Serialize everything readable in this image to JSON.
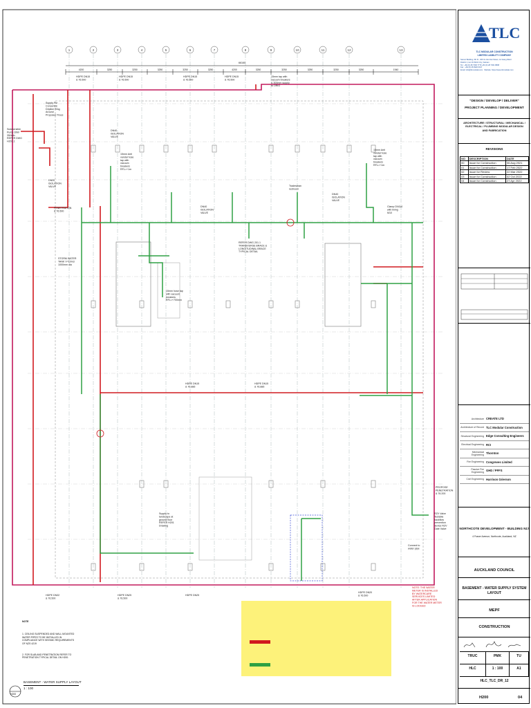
{
  "company": {
    "logo_text": "TLC",
    "name_line1": "TLC MODULAR CONSTRUCTION",
    "name_line2": "LIMITED LIABILITY COMPANY",
    "address_line1": "Samco Building, 6th Fl., 326 Vo Van Kiet Street, Co Giang Ward",
    "address_line2": "District 1, Ho Chi Minh City, Vietnam",
    "tel": "Tel : +84 (0) 28 7300 7779   +84 (0) 28 7301 8808",
    "fax": "Fax : +84 (0) 28 3920 0017",
    "email": "Email: info@tlcmodular.com",
    "website": "Website: https://www.tlcmodular.com",
    "tagline": "\"DESIGN / DEVELOP / DELIVER\"",
    "service1": "PROJECT PLANNING / DEVELOPMENT",
    "service2": "ARCHITECTURE / STRUCTURAL / MECHANICAL / ELECTRICAL / PLUMBING MODULAR DESIGN AND FABRICATION"
  },
  "revisions": {
    "heading": "REVISIONS",
    "columns": [
      "NO",
      "DESCRIPTION",
      "DATE"
    ],
    "rows": [
      [
        "00",
        "Issue for Construction",
        "06 Aug 2021"
      ],
      [
        "01",
        "Issue for Construction",
        "17 Feb 2022"
      ],
      [
        "02",
        "Issue for Review",
        "22 Mar 2022"
      ],
      [
        "03",
        "Issue for Construction",
        "02 Oct 2022"
      ],
      [
        "04",
        "Issue for Construction",
        "27 Apr 2022"
      ]
    ]
  },
  "consultants": [
    {
      "role": "Architecture",
      "name": "CREATE LTD"
    },
    {
      "role": "Architecture of Record",
      "name": "TLC Modular Construction"
    },
    {
      "role": "Structural Engineering",
      "name": "Edge Consulting Engineers"
    },
    {
      "role": "Electrical Engineering",
      "name": "RCI"
    },
    {
      "role": "Mechanical Engineering",
      "name": "Thornton"
    },
    {
      "role": "Fire Engineering",
      "name": "Congreves Limited"
    },
    {
      "role": "Passive Fire Engineering",
      "name": "GHD / PFFS"
    },
    {
      "role": "Civil Engineering",
      "name": "Harrison Grierson"
    }
  ],
  "project": {
    "title": "NORTHCOTE DEVELOPMENT - BUILDING N17",
    "address": "4 Fraser Avenue, Northcote, Auckland, NZ",
    "council": "AUCKLAND COUNCIL",
    "drawing_title": "BASEMENT - WATER SUPPLY SYSTEM LAYOUT",
    "discipline": "MEPF",
    "status": "CONSTRUCTION"
  },
  "signoff": {
    "row1": [
      "TRUC",
      "PMK",
      "TU"
    ],
    "row2": [
      "HLC",
      "1 : 100",
      "A1"
    ],
    "drawing_no": "HLC_TLC_DR_12",
    "sheet_code": "H200",
    "rev": "04"
  },
  "drawing": {
    "view_label": "BASEMENT - WATER SUPPLY LAYOUT",
    "view_scale": "1 : 100",
    "view_ref": "H200",
    "overall_dim": "66160",
    "dims": [
      "4200",
      "3250",
      "3250",
      "3250",
      "3250",
      "3250",
      "4200",
      "3250",
      "3250",
      "3250",
      "3250",
      "3250",
      "1940"
    ],
    "grid_cols": [
      "1",
      "2",
      "3",
      "4",
      "5",
      "6",
      "7",
      "8",
      "9",
      "10",
      "11",
      "12",
      "13"
    ],
    "labels": {
      "supply_tap": "Supply For Concentric Dripline Ring Around Proposed Trees",
      "sub_pump": "Submersible Pump 39W 35l/min REFER DWG H201.1",
      "hdpe_top1": "HDPE DN15 & 76.500",
      "hdpe_top2": "HDPE DN15 & 76.500",
      "hdpe_top3": "HDPE DN15 & 76.500",
      "hdpe_top4": "HDPE DN15 & 76.500",
      "hose_tap": "15mm tap with vacuum breakers & 300mm supply to ORIO",
      "iso1": "DN40 ISOLATION VALVE",
      "iso2": "DN20 ISOLATION VALVE",
      "iso3": "DN40 ISOLATION VALVE",
      "iso4": "DN40 ISOLATION VALVE",
      "tap_1": "15mm Anti vandal hose tap with vacuum breakers RFL=+1m",
      "tap_2": "15mm Anti vandal hose tap with vacuum breakers RFL=+1m",
      "tap_3": "15mm hose tap with vacuum breakers RFL=+700mm",
      "tradesman": "Tradesman restroom",
      "refer_brace": "REFER DWG 201.1 TRANSVERSE BRACE & LONGITUDINAL BRACE TYPICAL DETAIL",
      "penetration": "PENETRATION & 76.500",
      "storm_tank": "STORM WATER TANK V=10m3 1000mm dia",
      "clamp": "Clamp DN110 with lining M10",
      "hdpe_mid1": "HDPE DN15 & 76.885",
      "hdpe_mid2": "HDPE DN15 & 76.885",
      "propose_pen": "PROPOSE PENETRATION & 76.200",
      "rzv": "RZV Valve Testable backflow prevention device RZV Gate Valve",
      "connect_water": "Connect to water pipe",
      "supply_landscape": "Supply to landscape at ground floor REFER H201 Drawing",
      "hdpe_bot1": "HDPE DN32 & 76.500",
      "hdpe_bot2": "HDPE DN25 & 76.500",
      "hdpe_bot3": "HDPE DN25",
      "hdpe_bot4": "HDPE DN20 & 76.500",
      "water_meter_note": "NOTE: THE WATER METER IS INSTALLED BY WATERCARE SERVICES LIMITED AFTER APPLICATION FOR THE WATER METER IS LODGED"
    }
  },
  "notes": {
    "heading": "NOTE",
    "items": [
      "1. CEILING SUSPENDED AND WALL MOUNTED WATER PIPES TO BE INSTALLED IN COMPLIANCE WITH SEISMIC REQUIREMENTS OF NZS 4219",
      "2. FOR SLAB AND PENETRATION REFER TO PENETRATION TYPICAL DETAIL ON H200."
    ]
  },
  "colors": {
    "red_pipe": "#d0191e",
    "green_pipe": "#2ea043",
    "magenta_wall": "#c2185b",
    "legend_bg": "#fdf27a",
    "logo_blue": "#1b4fa0"
  }
}
